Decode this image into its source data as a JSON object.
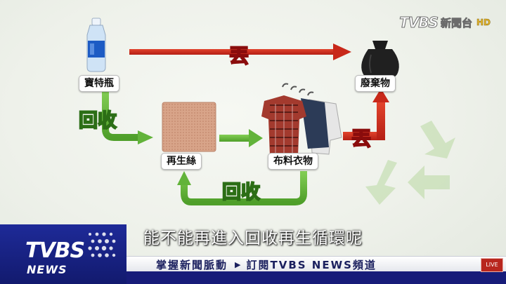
{
  "broadcast": {
    "channel_logo_latin": "TVBS",
    "channel_logo_cjk": "新聞台",
    "channel_logo_badge": "HD"
  },
  "diagram": {
    "nodes": {
      "bottle": "寶特瓶",
      "trash": "廢棄物",
      "fiber": "再生絲",
      "clothes": "布料衣物"
    },
    "arrow_tags": {
      "discard_top": "丟",
      "discard_right": "丟",
      "recycle_left": "回收",
      "recycle_bottom": "回收"
    }
  },
  "subtitle": "能不能再進入回收再生循環呢",
  "lower_third": {
    "brand_main": "TVBS",
    "brand_sub": "NEWS",
    "ticker_item_1": "掌握新聞脈動",
    "ticker_arrow": "▶",
    "ticker_item_2": "訂閱TVBS NEWS頻道",
    "live_badge": "LIVE"
  },
  "colors": {
    "discard_arrow": "#c8281a",
    "recycle_arrow": "#62b33a",
    "news_blue": "#1b2589"
  }
}
